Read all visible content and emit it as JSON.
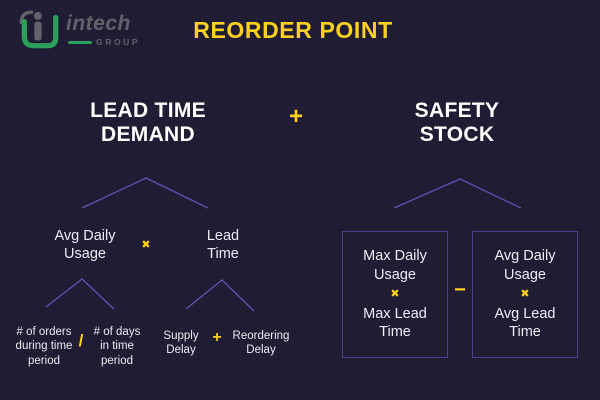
{
  "colors": {
    "bg": "#1f1c33",
    "yellow": "#fcd11f",
    "white": "#f3f2f7",
    "line": "#5f57be",
    "box-border": "#49408f",
    "logo-green": "#2aa05a",
    "logo-gray": "#62626a"
  },
  "logo": {
    "name": "intech",
    "group": "GROUP"
  },
  "header": {
    "title": "REORDER POINT"
  },
  "formula": {
    "left_term": "LEAD TIME DEMAND",
    "plus": "+",
    "right_term": "SAFETY STOCK"
  },
  "lead_time_demand": {
    "factor1": "Avg Daily Usage",
    "times": "✖",
    "factor2": "Lead Time",
    "numerator": "# of orders during time period",
    "divide": "/",
    "denominator": "# of days in time period",
    "addend1": "Supply Delay",
    "plus": "+",
    "addend2": "Reordering Delay"
  },
  "safety_stock": {
    "box1_line1": "Max Daily Usage",
    "box1_times": "✖",
    "box1_line2": "Max Lead Time",
    "minus": "−",
    "box2_line1": "Avg Daily Usage",
    "box2_times": "✖",
    "box2_line2": "Avg Lead Time"
  }
}
